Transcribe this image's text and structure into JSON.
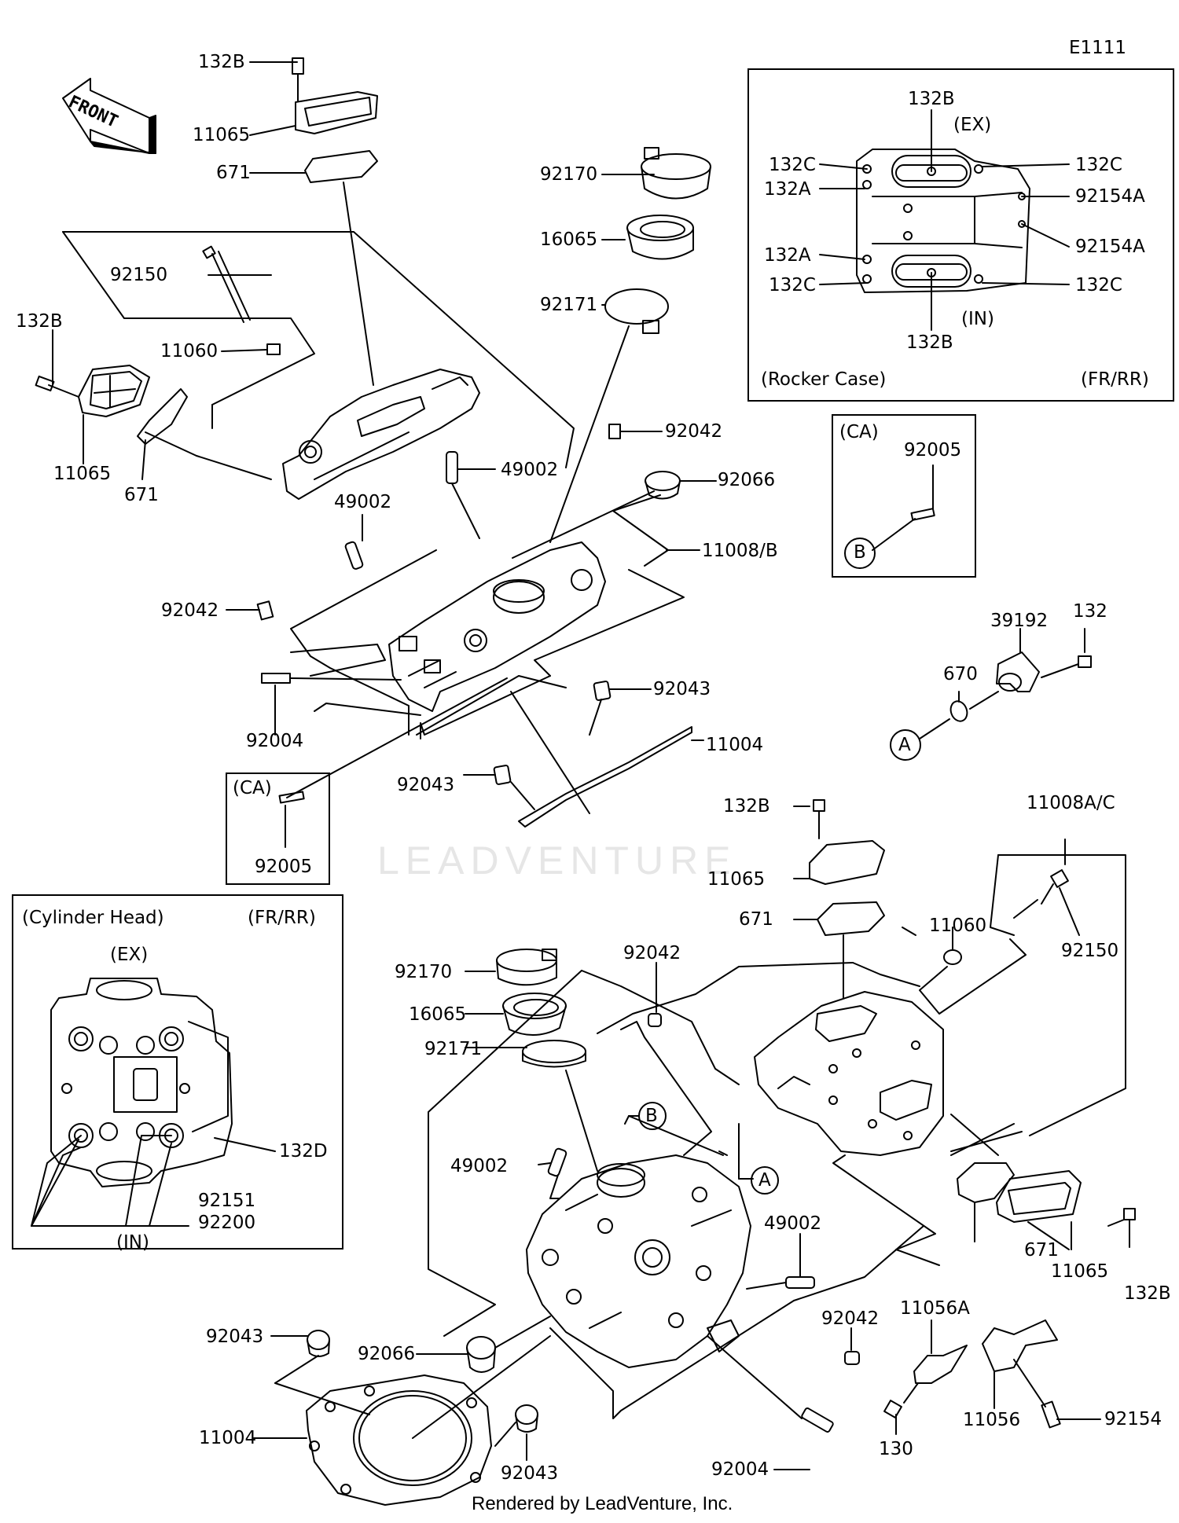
{
  "diagram_id": "E1111",
  "front_arrow_text": "FRONT",
  "watermark": "LEADVENTURE",
  "footer": "Rendered by LeadVenture, Inc.",
  "rocker_box": {
    "title": "(Rocker Case)",
    "position": "(FR/RR)",
    "ex": "(EX)",
    "in": "(IN)",
    "labels": [
      "132B",
      "132C",
      "132C",
      "132A",
      "92154A",
      "132A",
      "92154A",
      "132C",
      "132C",
      "132B"
    ]
  },
  "ca_box_upper": {
    "title": "(CA)",
    "part": "92005",
    "marker": "B"
  },
  "ca_box_lower": {
    "title": "(CA)",
    "part": "92005"
  },
  "cyl_box": {
    "title": "(Cylinder Head)",
    "position": "(FR/RR)",
    "ex": "(EX)",
    "in": "(IN)",
    "labels": [
      "132D",
      "92151",
      "92200"
    ]
  },
  "markers": {
    "a1": "A",
    "a2": "A",
    "b": "B"
  },
  "parts": {
    "p_132B_top": "132B",
    "p_11065_top": "11065",
    "p_671_top": "671",
    "p_92170_top": "92170",
    "p_16065_top": "16065",
    "p_92171_top": "92171",
    "p_92150_top": "92150",
    "p_11060_top": "11060",
    "p_132B_left": "132B",
    "p_11065_left": "11065",
    "p_671_left": "671",
    "p_92042_a": "92042",
    "p_49002_a": "49002",
    "p_92066_a": "92066",
    "p_49002_b": "49002",
    "p_11008B": "11008/B",
    "p_92042_b": "92042",
    "p_92004_a": "92004",
    "p_92043_a": "92043",
    "p_11004_a": "11004",
    "p_92043_b": "92043",
    "p_39192": "39192",
    "p_132": "132",
    "p_670": "670",
    "p_132B_mid": "132B",
    "p_11065_mid": "11065",
    "p_671_mid": "671",
    "p_11008AC": "11008A/C",
    "p_11060_mid": "11060",
    "p_92150_mid": "92150",
    "p_92170_bot": "92170",
    "p_16065_bot": "16065",
    "p_92171_bot": "92171",
    "p_92042_c": "92042",
    "p_49002_c": "49002",
    "p_49002_d": "49002",
    "p_92043_c": "92043",
    "p_92066_b": "92066",
    "p_11004_b": "11004",
    "p_92043_d": "92043",
    "p_92042_d": "92042",
    "p_92004_b": "92004",
    "p_671_bot": "671",
    "p_11065_bot": "11065",
    "p_132B_bot": "132B",
    "p_11056A": "11056A",
    "p_11056": "11056",
    "p_130": "130",
    "p_92154": "92154"
  }
}
